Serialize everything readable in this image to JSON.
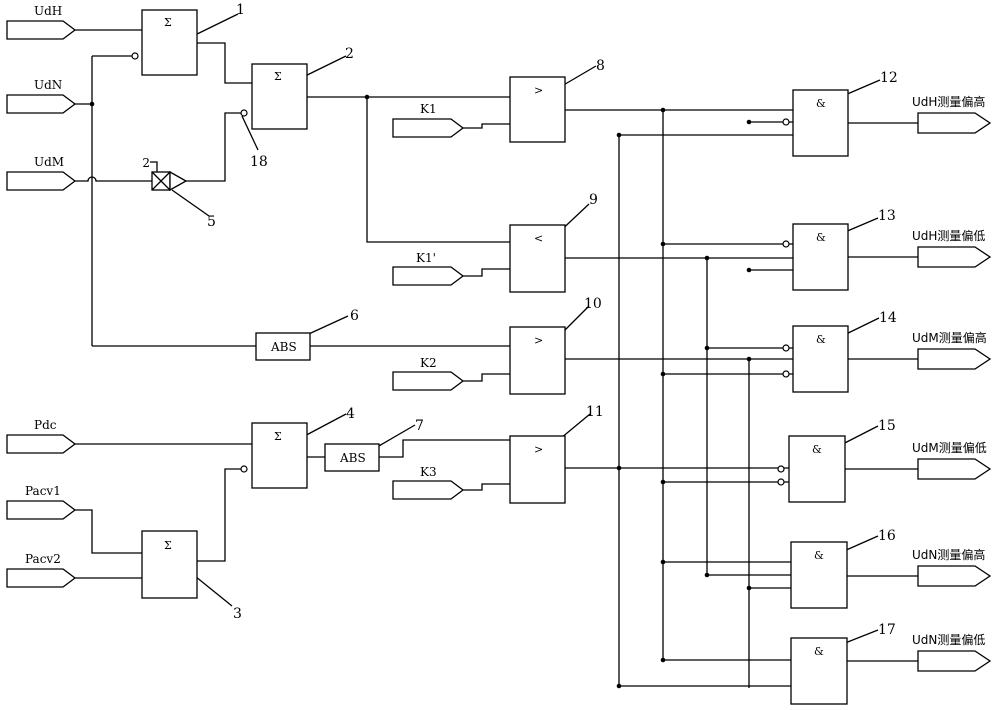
{
  "inputs": {
    "udh": "UdH",
    "udn": "UdN",
    "udm": "UdM",
    "pdc": "Pdc",
    "pacv1": "Pacv1",
    "pacv2": "Pacv2",
    "k1": "K1",
    "k1p": "K1'",
    "k2": "K2",
    "k3": "K3"
  },
  "blocks": {
    "sum": "Σ",
    "abs": "ABS",
    "gt": ">",
    "lt": "<",
    "and": "&"
  },
  "outputs": {
    "o12": "UdH测量偏高",
    "o13": "UdH测量偏低",
    "o14": "UdM测量偏高",
    "o15": "UdM测量偏低",
    "o16": "UdN测量偏高",
    "o17": "UdN测量偏低"
  },
  "numbers": {
    "n1": "1",
    "n2": "2",
    "n3": "3",
    "n4": "4",
    "n5": "5",
    "n6": "6",
    "n7": "7",
    "n8": "8",
    "n9": "9",
    "n10": "10",
    "n11": "11",
    "n12": "12",
    "n13": "13",
    "n14": "14",
    "n15": "15",
    "n16": "16",
    "n17": "17",
    "n18": "18",
    "gain_label": "2"
  }
}
